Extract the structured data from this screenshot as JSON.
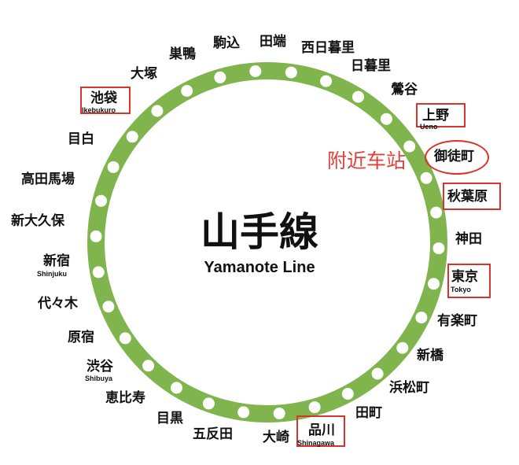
{
  "line": {
    "name_jp": "山手線",
    "name_en": "Yamanote Line",
    "color": "#7fb54c",
    "highlight_color": "#d9342b"
  },
  "annotation": {
    "text": "附近车站",
    "color": "#e0413a"
  },
  "stations": {
    "komagome": "駒込",
    "tabata": "田端",
    "nishinippori": "西日暮里",
    "nippori": "日暮里",
    "uguisudani": "鶯谷",
    "ueno": "上野",
    "ueno_en": "Ueno",
    "okachimachi": "御徒町",
    "akihabara": "秋葉原",
    "kanda": "神田",
    "tokyo": "東京",
    "tokyo_en": "Tokyo",
    "yurakucho": "有楽町",
    "shimbashi": "新橋",
    "hamamatsucho": "浜松町",
    "tamachi": "田町",
    "shinagawa": "品川",
    "shinagawa_en": "Shinagawa",
    "osaki": "大崎",
    "gotanda": "五反田",
    "meguro": "目黒",
    "ebisu": "恵比寿",
    "shibuya": "渋谷",
    "shibuya_en": "Shibuya",
    "harajuku": "原宿",
    "yoyogi": "代々木",
    "shinjuku": "新宿",
    "shinjuku_en": "Shinjuku",
    "shinokubo": "新大久保",
    "takadanobaba": "高田馬場",
    "mejiro": "目白",
    "ikebukuro": "池袋",
    "ikebukuro_en": "Ikebukuro",
    "otsuka": "大塚",
    "sugamo": "巣鴨"
  }
}
